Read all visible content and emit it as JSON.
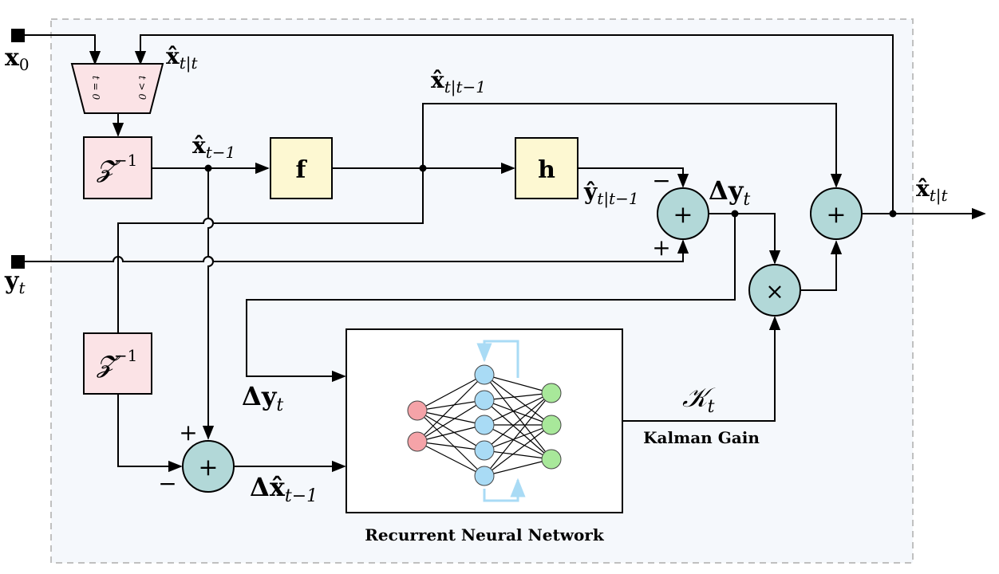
{
  "inputs": {
    "x0_main": "x",
    "x0_sub": "0",
    "yt_main": "y",
    "yt_sub": "t"
  },
  "mux": {
    "left_label": "t = 0",
    "right_label": "t > 0"
  },
  "blocks": {
    "delay_top_main": "𝓩",
    "delay_top_sup": "−1",
    "delay_bottom_main": "𝓩",
    "delay_bottom_sup": "−1",
    "f_label": "f",
    "h_label": "h"
  },
  "signals": {
    "x_post_top": {
      "main": "x̂",
      "sub": "t|t"
    },
    "x_prior": {
      "main": "x̂",
      "sub": "t|t−1"
    },
    "x_prev": {
      "main": "x̂",
      "sub": "t−1"
    },
    "y_pred": {
      "main": "ŷ",
      "sub": "t|t−1"
    },
    "dy_top": {
      "main": "Δy",
      "sub": "t"
    },
    "dy_rnn": {
      "main": "Δy",
      "sub": "t"
    },
    "dx_rnn": {
      "main": "Δx̂",
      "sub": "t−1"
    },
    "kalman": {
      "main": "𝒦",
      "sub": "t"
    },
    "x_out": {
      "main": "x̂",
      "sub": "t|t"
    }
  },
  "operators": {
    "sum_top_symbol": "+",
    "sum_top_minus": "−",
    "sum_top_plus": "+",
    "sum_bottom_symbol": "+",
    "sum_bottom_plus": "+",
    "sum_bottom_minus": "−",
    "sum_out_symbol": "+",
    "mult_symbol": "×"
  },
  "captions": {
    "kalman_gain": "Kalman Gain",
    "rnn": "Recurrent Neural Network"
  },
  "colors": {
    "sum_fill": "#b2d8d8",
    "delay_fill": "#fbe3e6",
    "fh_fill": "#fdf8d2",
    "background": "#f5f8fc",
    "nn_input": "#f5a3a8",
    "nn_hidden": "#a9dbf5",
    "nn_output": "#a8e89a",
    "nn_loop": "#a9dbf5"
  }
}
